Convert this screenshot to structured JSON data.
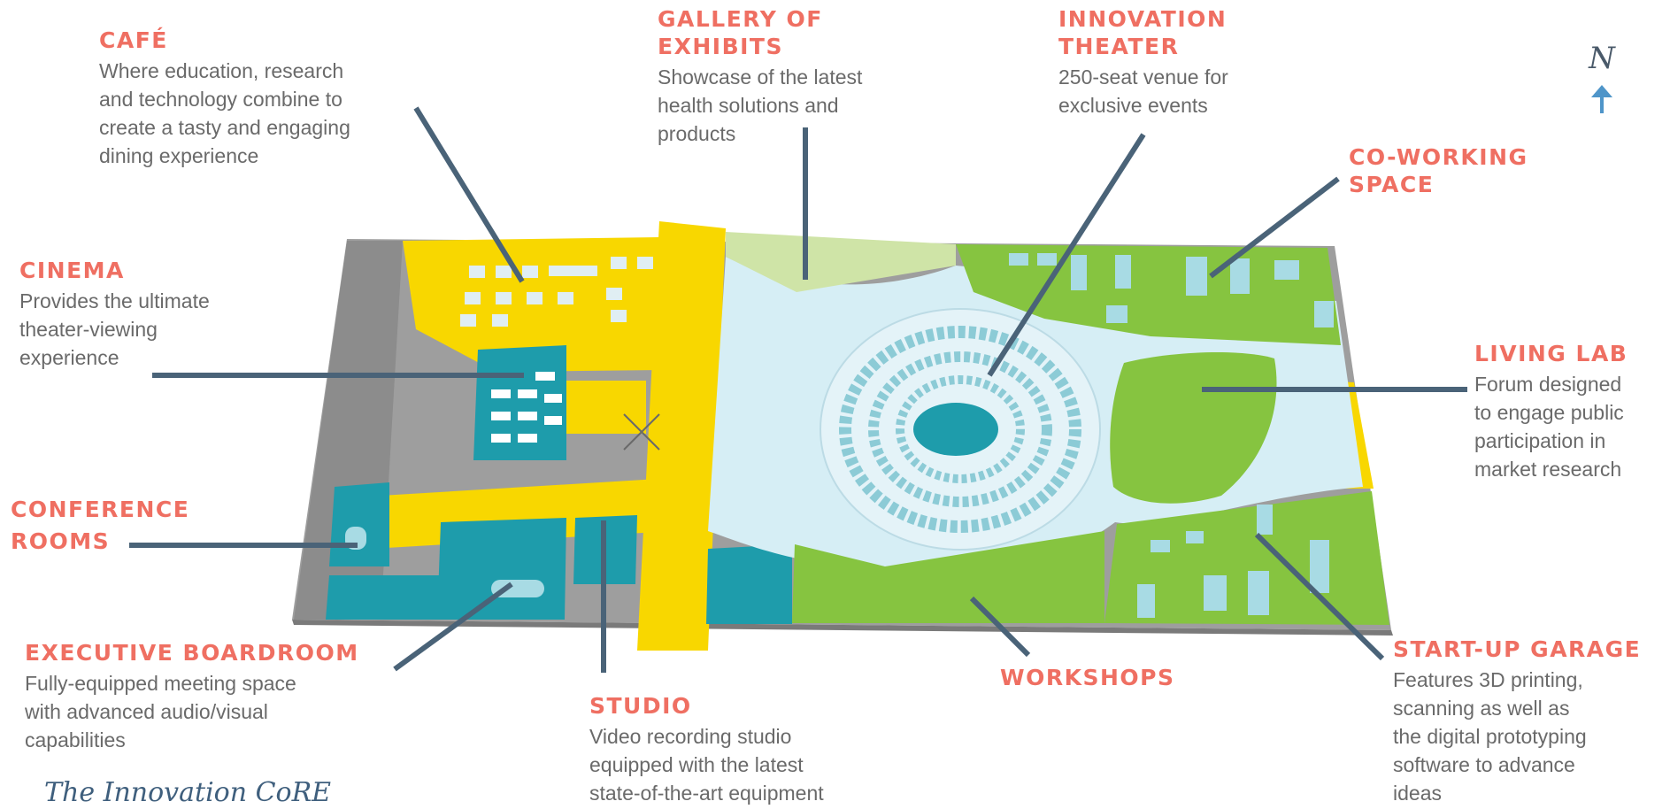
{
  "compass": {
    "label": "N"
  },
  "brand": {
    "title": "The Innovation CoRE"
  },
  "callouts": {
    "cafe": {
      "title": "CAFÉ",
      "desc": [
        "Where education, research",
        "and technology combine to",
        "create a tasty and engaging",
        "dining experience"
      ]
    },
    "gallery": {
      "title": [
        "GALLERY OF",
        "EXHIBITS"
      ],
      "desc": [
        "Showcase of the latest",
        "health solutions and",
        "products"
      ]
    },
    "theater": {
      "title": [
        "INNOVATION",
        "THEATER"
      ],
      "desc": [
        "250-seat venue for",
        "exclusive events"
      ]
    },
    "coworking": {
      "title": [
        "CO-WORKING",
        "SPACE"
      ],
      "desc": []
    },
    "cinema": {
      "title": "CINEMA",
      "desc": [
        "Provides the ultimate",
        "theater-viewing",
        "experience"
      ]
    },
    "livinglab": {
      "title": "LIVING LAB",
      "desc": [
        "Forum designed",
        "to engage public",
        "participation in",
        "market research"
      ]
    },
    "conference": {
      "title": [
        "CONFERENCE",
        "ROOMS"
      ],
      "desc": []
    },
    "boardroom": {
      "title": "EXECUTIVE BOARDROOM",
      "desc": [
        "Fully-equipped meeting space",
        "with advanced audio/visual",
        "capabilities"
      ]
    },
    "studio": {
      "title": "STUDIO",
      "desc": [
        "Video recording studio",
        "equipped with the latest",
        "state-of-the-art equipment"
      ]
    },
    "workshops": {
      "title": "WORKSHOPS",
      "desc": []
    },
    "startup": {
      "title": "START-UP GARAGE",
      "desc": [
        "Features 3D printing,",
        "scanning as well as",
        "the digital prototyping",
        "software to advance",
        "ideas"
      ]
    }
  },
  "colors": {
    "label": "#ef6f62",
    "text": "#6a6a6a",
    "leader": "#4a6378",
    "yellow": "#f8d700",
    "teal": "#1e9cab",
    "green": "#86c440",
    "gray": "#9a9a9a",
    "water": "#d6eef5"
  }
}
